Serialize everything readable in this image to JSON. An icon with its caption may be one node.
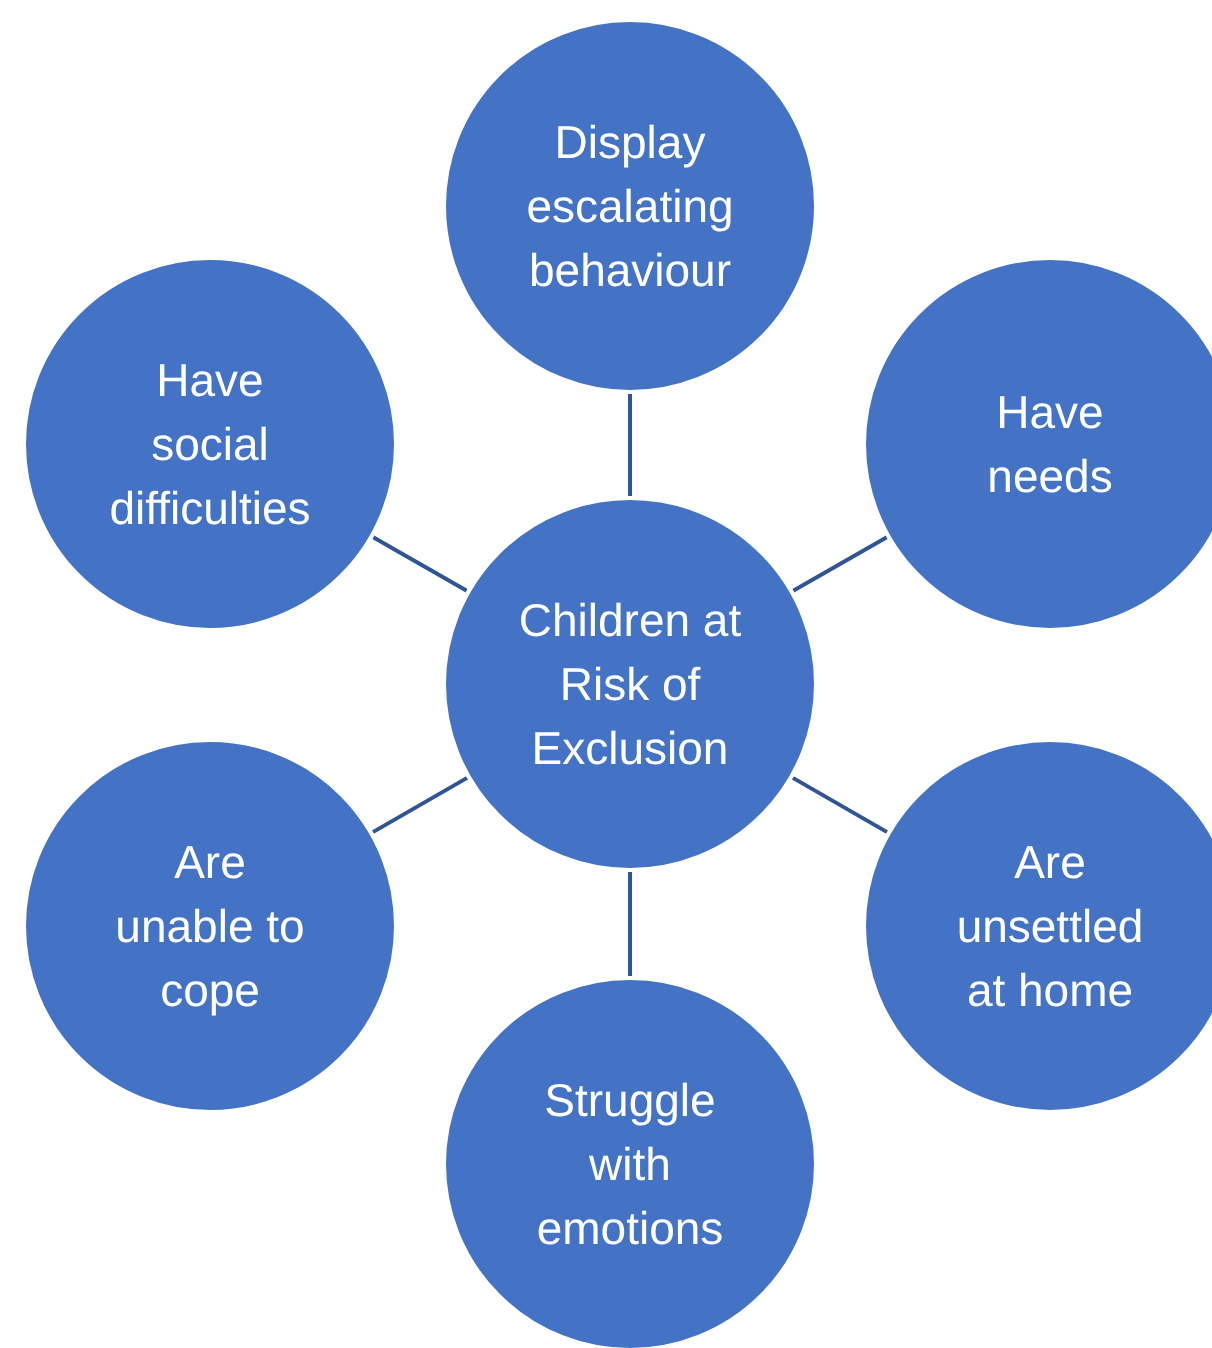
{
  "diagram": {
    "nodes": [
      {
        "text": [
          "Children at Risk of Exclusion"
        ]
      },
      {
        "text": [
          "Display escalating behaviour"
        ]
      },
      {
        "text": [
          "Have needs"
        ]
      },
      {
        "text": [
          "Are unsettled at home"
        ]
      },
      {
        "text": [
          "Struggle with emotions"
        ]
      },
      {
        "text": [
          "Are unable to cope"
        ]
      },
      {
        "text": [
          "Have social difficulties"
        ]
      }
    ],
    "edges": [
      {
        "from": 0,
        "to": 1,
        "arrow": "none"
      },
      {
        "from": 0,
        "to": 2,
        "arrow": "none"
      },
      {
        "from": 0,
        "to": 3,
        "arrow": "none"
      },
      {
        "from": 0,
        "to": 4,
        "arrow": "none"
      },
      {
        "from": 0,
        "to": 5,
        "arrow": "none"
      },
      {
        "from": 0,
        "to": 6,
        "arrow": "none"
      }
    ]
  }
}
